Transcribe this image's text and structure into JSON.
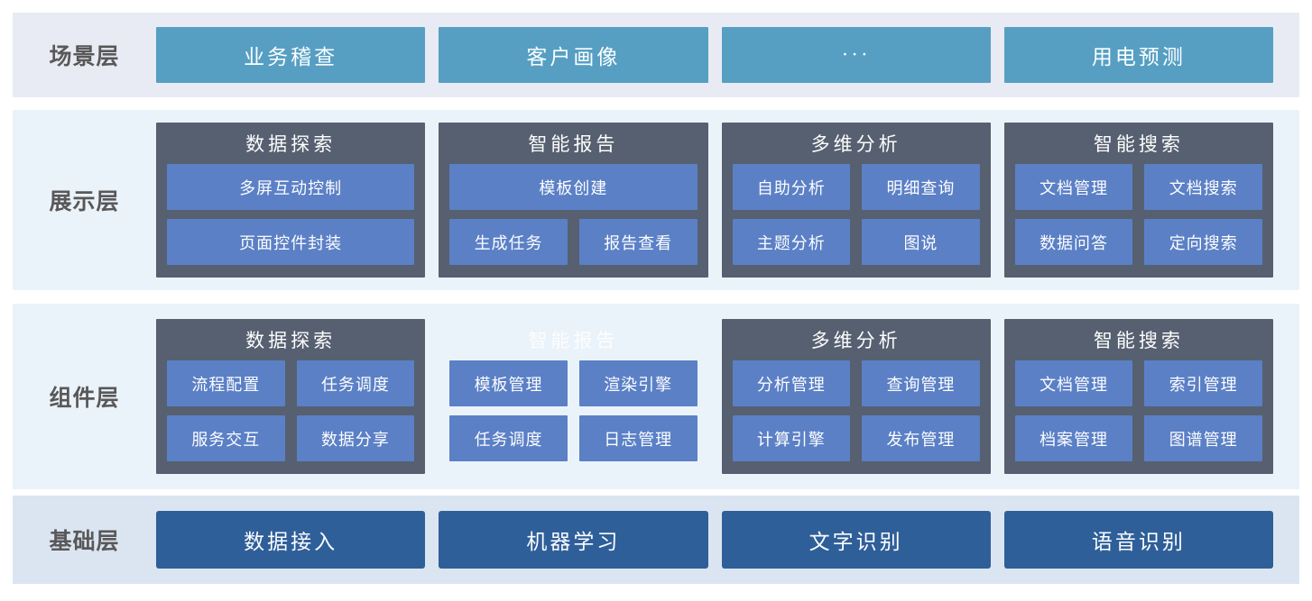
{
  "colors": {
    "scene_box": "#569fc3",
    "group_container": "#566070",
    "sub_box": "#5b80c6",
    "foundation_box": "#2f5f99",
    "band_scene_bg": "#e8ebf3",
    "band_middle_bg": "#ebf3fa",
    "band_foundation_bg": "#dbe5f1",
    "layer_label_color": "#595859"
  },
  "layers": {
    "scene": {
      "label": "场景层",
      "boxes": [
        "业务稽查",
        "客户画像",
        "···",
        "用电预测"
      ]
    },
    "display": {
      "label": "展示层",
      "groups": [
        {
          "title": "数据探索",
          "style": "dark",
          "rows": [
            [
              "多屏互动控制"
            ],
            [
              "页面控件封装"
            ]
          ]
        },
        {
          "title": "智能报告",
          "style": "dark",
          "rows": [
            [
              "模板创建"
            ],
            [
              "生成任务",
              "报告查看"
            ]
          ]
        },
        {
          "title": "多维分析",
          "style": "dark",
          "rows": [
            [
              "自助分析",
              "明细查询"
            ],
            [
              "主题分析",
              "图说"
            ]
          ]
        },
        {
          "title": "智能搜索",
          "style": "dark",
          "rows": [
            [
              "文档管理",
              "文档搜索"
            ],
            [
              "数据问答",
              "定向搜索"
            ]
          ]
        }
      ]
    },
    "component": {
      "label": "组件层",
      "groups": [
        {
          "title": "数据探索",
          "style": "dark",
          "rows": [
            [
              "流程配置",
              "任务调度"
            ],
            [
              "服务交互",
              "数据分享"
            ]
          ]
        },
        {
          "title": "智能报告",
          "style": "light",
          "rows": [
            [
              "模板管理",
              "渲染引擎"
            ],
            [
              "任务调度",
              "日志管理"
            ]
          ]
        },
        {
          "title": "多维分析",
          "style": "dark",
          "rows": [
            [
              "分析管理",
              "查询管理"
            ],
            [
              "计算引擎",
              "发布管理"
            ]
          ]
        },
        {
          "title": "智能搜索",
          "style": "dark",
          "rows": [
            [
              "文档管理",
              "索引管理"
            ],
            [
              "档案管理",
              "图谱管理"
            ]
          ]
        }
      ]
    },
    "foundation": {
      "label": "基础层",
      "boxes": [
        "数据接入",
        "机器学习",
        "文字识别",
        "语音识别"
      ]
    }
  }
}
